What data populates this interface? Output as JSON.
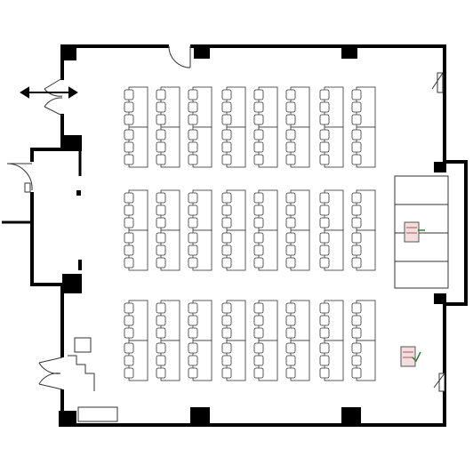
{
  "plan": {
    "background": "#ffffff",
    "wall_color": "#000000",
    "line_color": "#333333",
    "chair_fill": "#ffffff",
    "stage_fill": "#ffffff",
    "podium_fill": "#f2dede",
    "podium_accent": "#2e7d32"
  },
  "seating": {
    "blocks": 3,
    "columns_per_block": 8,
    "tables_per_column": 2,
    "chairs_per_table": 3
  }
}
